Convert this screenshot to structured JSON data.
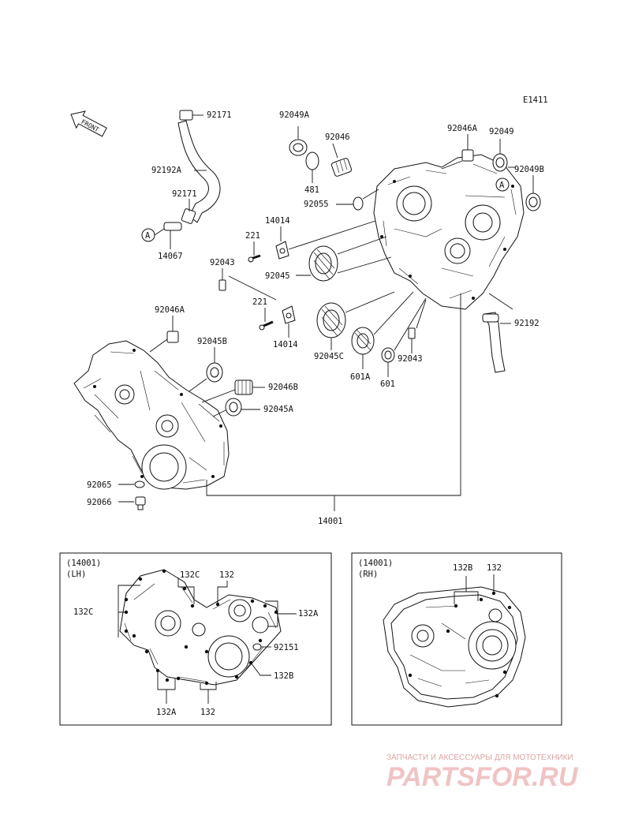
{
  "diagram_code": "E1411",
  "front_label": "FRONT",
  "callouts": {
    "p92171_top": "92171",
    "p92192A": "92192A",
    "p92171_mid": "92171",
    "pA_left": "A",
    "p14067": "14067",
    "p92049A": "92049A",
    "p92046_top": "92046",
    "p481": "481",
    "p92055": "92055",
    "p14014_top": "14014",
    "p221_top": "221",
    "p92043_left": "92043",
    "p92045": "92045",
    "p221_bot": "221",
    "p14014_bot": "14014",
    "p92046A_top": "92046A",
    "p92049": "92049",
    "p92049B": "92049B",
    "pA_right": "A",
    "p92192": "92192",
    "p92046A_left": "92046A",
    "p92045B": "92045B",
    "p92046B": "92046B",
    "p92045A": "92045A",
    "p92045C": "92045C",
    "p601A": "601A",
    "p601": "601",
    "p92043_right": "92043",
    "p92065": "92065",
    "p92066": "92066",
    "p14001": "14001"
  },
  "inset_lh": {
    "header_line1": "(14001)",
    "header_line2": "(LH)",
    "c132C_top": "132C",
    "c132_top": "132",
    "c132C_left": "132C",
    "c132A_right": "132A",
    "c92151": "92151",
    "c132B": "132B",
    "c132A_bot": "132A",
    "c132_bot": "132"
  },
  "inset_rh": {
    "header_line1": "(14001)",
    "header_line2": "(RH)",
    "c132B": "132B",
    "c132": "132"
  },
  "watermark": {
    "line1": "ЗАПЧАСТИ И АКСЕССУАРЫ ДЛЯ МОТОТЕХНИКИ",
    "line2": "PARTSFOR.RU"
  }
}
